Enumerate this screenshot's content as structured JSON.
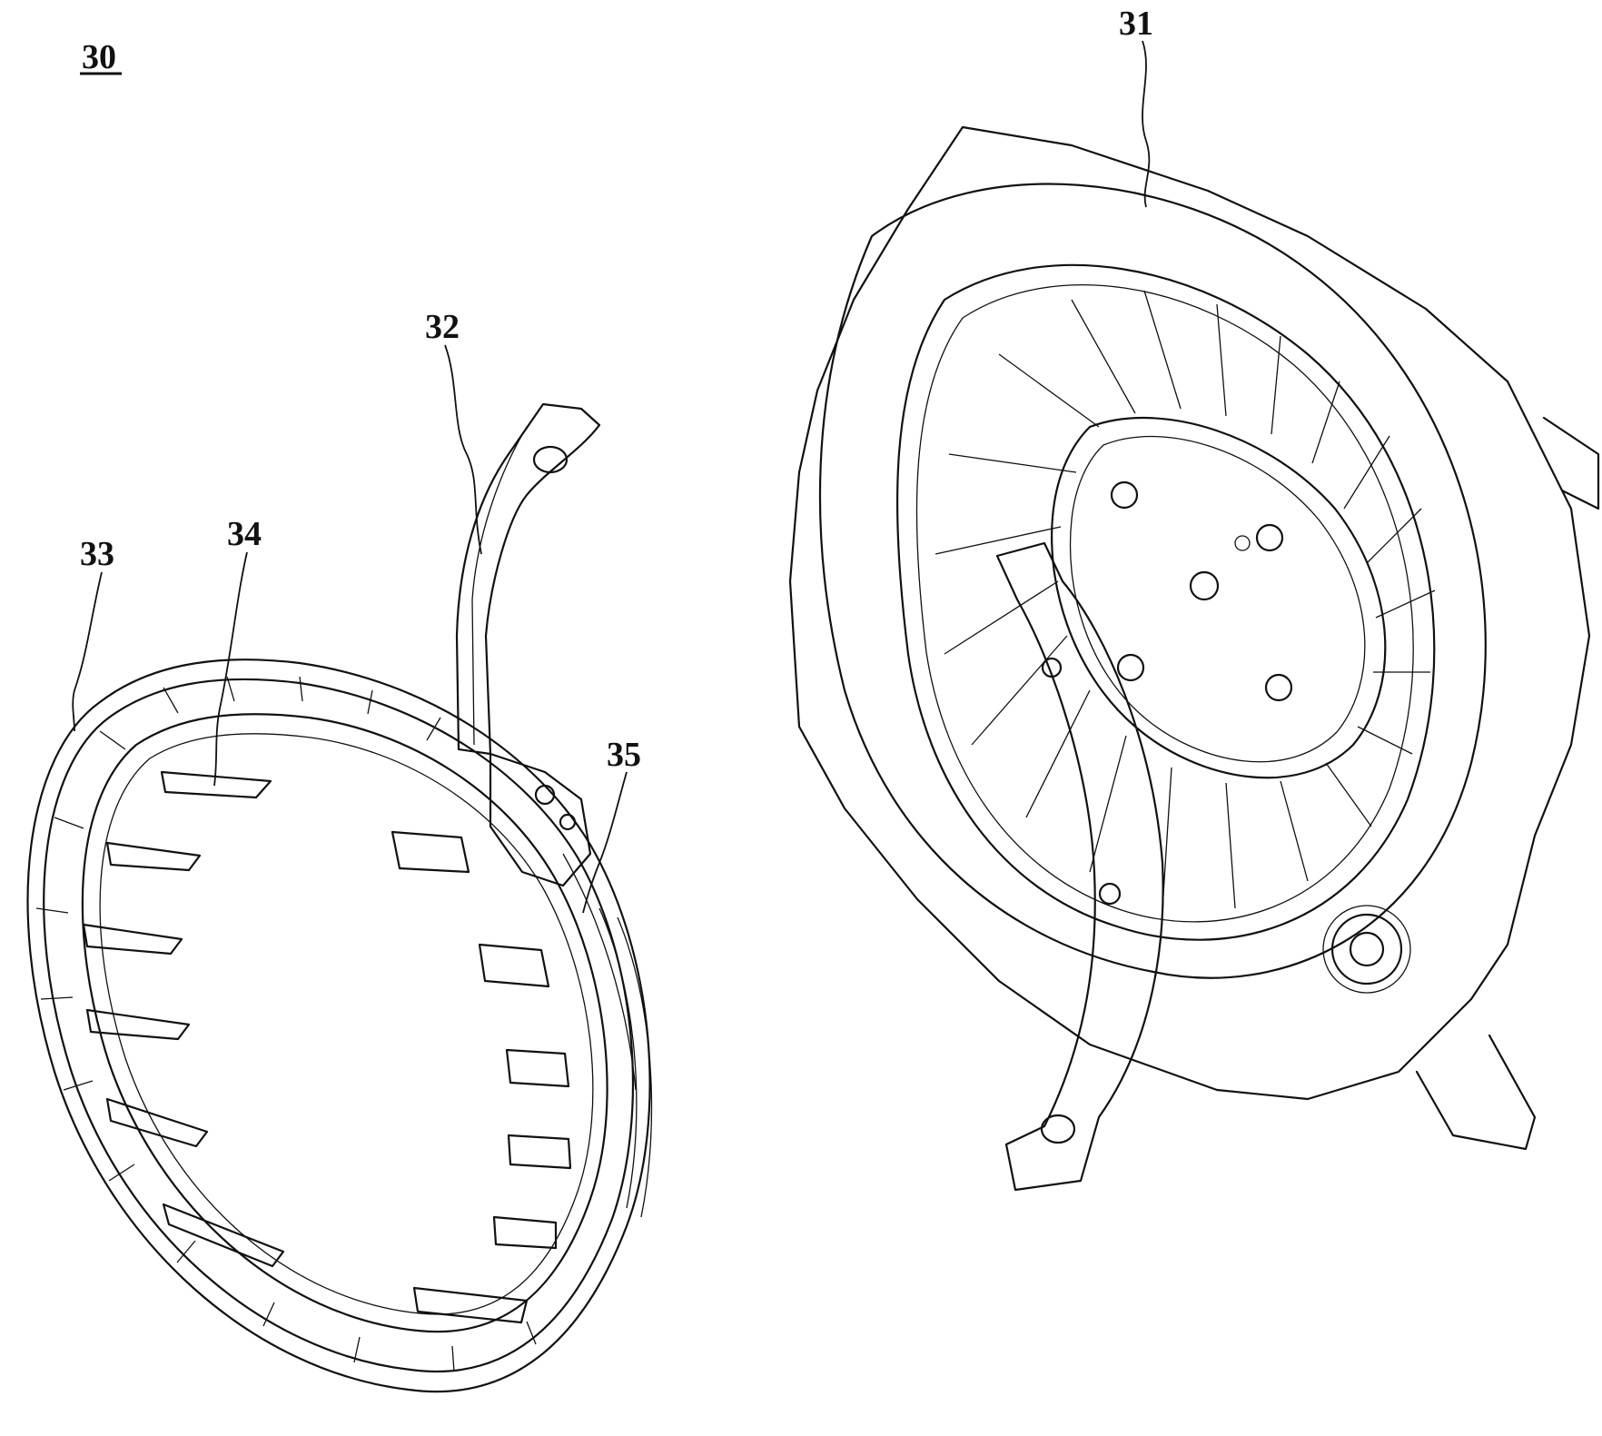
{
  "figure": {
    "assembly_ref": "30",
    "labels": {
      "part_31": "31",
      "part_32": "32",
      "part_33": "33",
      "part_34": "34",
      "part_35": "35"
    }
  }
}
